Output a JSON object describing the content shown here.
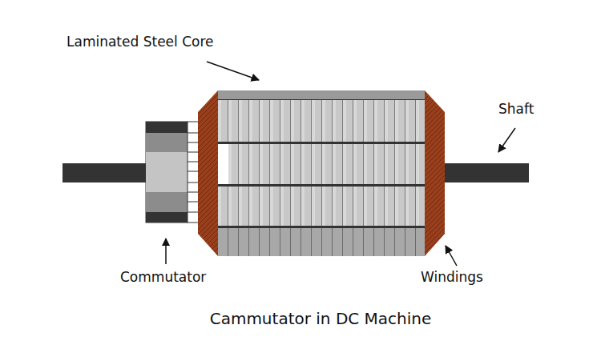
{
  "diagram": {
    "caption": "Cammutator in DC Machine",
    "labels": [
      "Laminated Steel Core",
      "Shaft",
      "Commutator",
      "Windings"
    ]
  }
}
